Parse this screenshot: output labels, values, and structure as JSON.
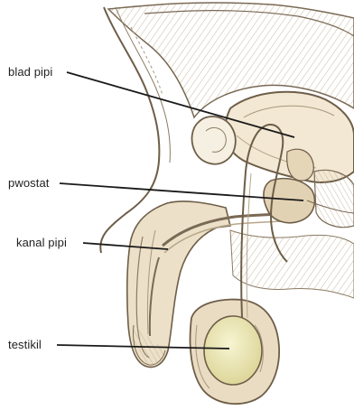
{
  "labels": {
    "bladder": "blad pipi",
    "prostate": "pwostat",
    "urethra": "kanal pipi",
    "testicle": "testikil"
  },
  "colors": {
    "tissue_fill": "#e9dcc6",
    "tissue_light": "#f3ead9",
    "outline": "#7a6a55",
    "hatch": "#b7a68a",
    "testicle_fill": "#efeab8",
    "pointer_line": "#1a1a1a"
  }
}
